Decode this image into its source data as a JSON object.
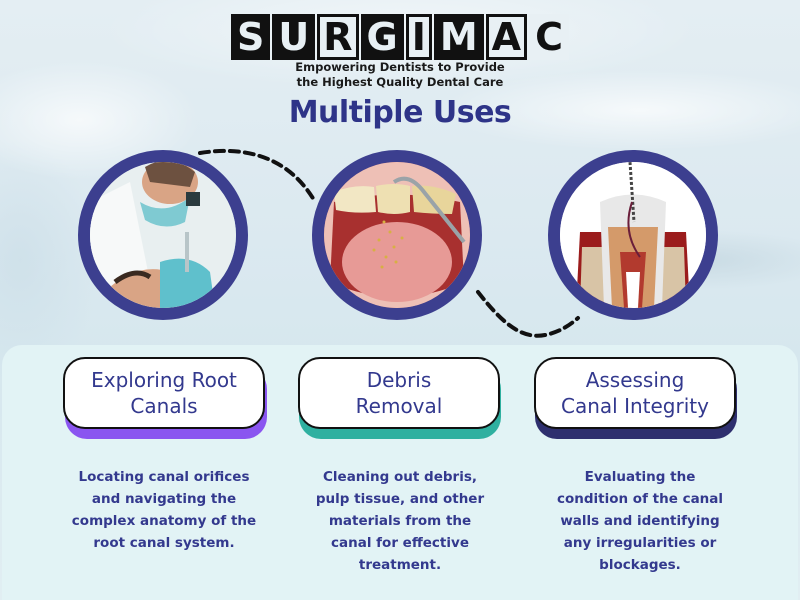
{
  "brand": {
    "logo_letters": [
      "S",
      "U",
      "R",
      "G",
      "I",
      "M",
      "A",
      "C"
    ],
    "tagline_line1": "Empowering Dentists to Provide",
    "tagline_line2": "the Highest Quality Dental Care"
  },
  "title": "Multiple Uses",
  "colors": {
    "accent_navy": "#2e3488",
    "ring": "#3c3f8f",
    "purple": "#8a55f0",
    "teal": "#2fb0a0",
    "dark_navy": "#2e2f6e",
    "panel_bg": "#e2f3f5"
  },
  "uses": [
    {
      "image": "dentist-examining-patient",
      "heading_line1": "Exploring Root",
      "heading_line2": "Canals",
      "description": [
        "Locating canal orifices",
        "and navigating the",
        "complex anatomy of the",
        "root canal system."
      ]
    },
    {
      "image": "mouth-debris-scaler",
      "heading_line1": "Debris",
      "heading_line2": "Removal",
      "description": [
        "Cleaning out debris,",
        "pulp tissue, and other",
        "materials from the",
        "canal for effective",
        "treatment."
      ]
    },
    {
      "image": "tooth-root-canal-file",
      "heading_line1": "Assessing",
      "heading_line2": "Canal Integrity",
      "description": [
        "Evaluating the",
        "condition of the canal",
        "walls and identifying",
        "any irregularities or",
        "blockages."
      ]
    }
  ]
}
